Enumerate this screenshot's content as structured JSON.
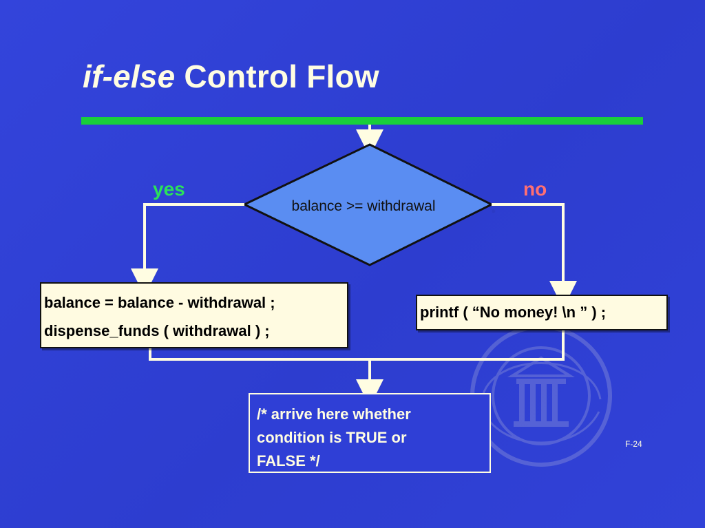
{
  "slide": {
    "title_italic": "if-else",
    "title_rest": " Control Flow",
    "slide_number": "F-24",
    "colors": {
      "background": "#2f3fd6",
      "title_text": "#fffde2",
      "title_rule": "#19cf3b",
      "decision_fill": "#5a8df2",
      "box_fill": "#fffbe1",
      "yes_label": "#2be15a",
      "no_label": "#ff6f72",
      "connector": "#fffde2"
    }
  },
  "diagram": {
    "decision": {
      "condition": "balance >= withdrawal"
    },
    "labels": {
      "yes": "yes",
      "no": "no"
    },
    "true_branch": {
      "line1": "balance = balance - withdrawal ;",
      "line2": "dispense_funds ( withdrawal ) ;"
    },
    "false_branch": {
      "line1": "printf ( “No money! \\n ” ) ;"
    },
    "merge_box": {
      "text": "/* arrive here whether\ncondition is TRUE or\nFALSE  */"
    }
  }
}
